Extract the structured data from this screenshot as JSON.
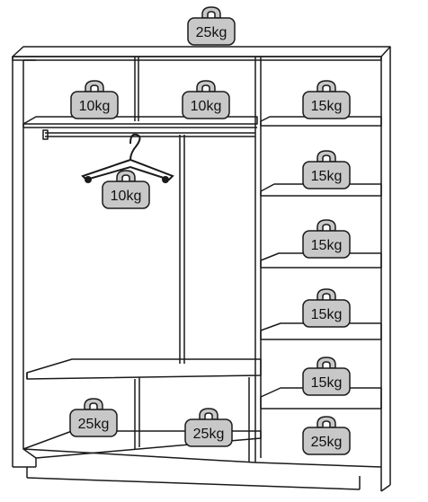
{
  "colors": {
    "line": "#1a1a1a",
    "weight_fill": "#c8c8c8",
    "weight_stroke": "#1a1a1a",
    "background": "#ffffff"
  },
  "weights": {
    "top": "25kg",
    "left_upper_shelf": "10kg",
    "middle_upper_shelf": "10kg",
    "hanger": "10kg",
    "right_shelf_1": "15kg",
    "right_shelf_2": "15kg",
    "right_shelf_3": "15kg",
    "right_shelf_4": "15kg",
    "right_shelf_5": "15kg",
    "bottom_left": "25kg",
    "bottom_middle": "25kg",
    "bottom_right": "25kg"
  }
}
